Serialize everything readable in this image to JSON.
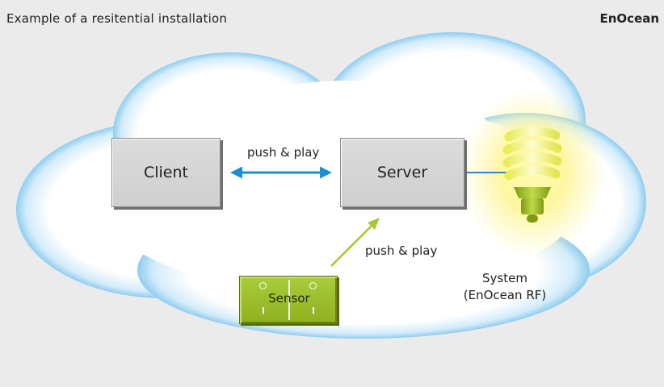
{
  "header": {
    "title": "Example of a resitential installation",
    "brand": "EnOcean"
  },
  "nodes": {
    "client": "Client",
    "server": "Server",
    "sensor": "Sensor"
  },
  "links": {
    "client_server": "push & play",
    "sensor_server": "push & play"
  },
  "system": {
    "line1": "System",
    "line2": "(EnOcean RF)"
  },
  "colors": {
    "background": "#ebebeb",
    "cloud_edge": "#8fcdf0",
    "arrow_blue": "#1a8fd6",
    "arrow_green": "#a6c832",
    "sensor_green": "#9bbd2a",
    "bulb_yellow": "#f2f055"
  },
  "icons": [
    "lightbulb-icon",
    "sensor-switch-icon"
  ]
}
